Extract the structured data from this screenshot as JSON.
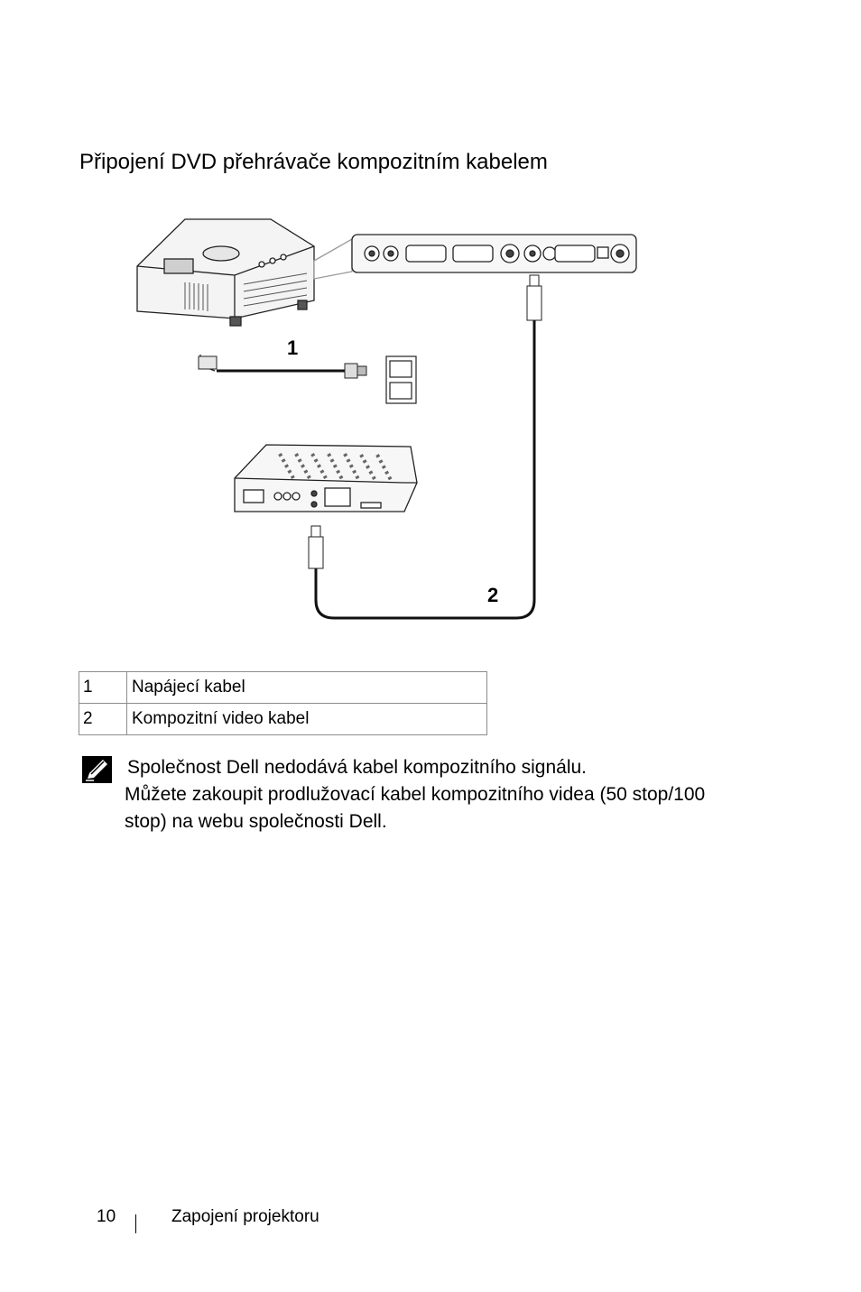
{
  "page_title": "Připojení DVD přehrávače kompozitním kabelem",
  "figure": {
    "callout_1": "1",
    "callout_2": "2"
  },
  "legend": [
    {
      "num": "1",
      "label": "Napájecí kabel"
    },
    {
      "num": "2",
      "label": "Kompozitní video kabel"
    }
  ],
  "note": {
    "icon": "note-pencil-icon",
    "line1": "Společnost Dell nedodává kabel kompozitního signálu.",
    "rest": "Můžete zakoupit prodlužovací kabel kompozitního videa (50 stop/100 stop) na webu společnosti Dell."
  },
  "footer": {
    "page_number": "10",
    "section": "Zapojení projektoru"
  }
}
